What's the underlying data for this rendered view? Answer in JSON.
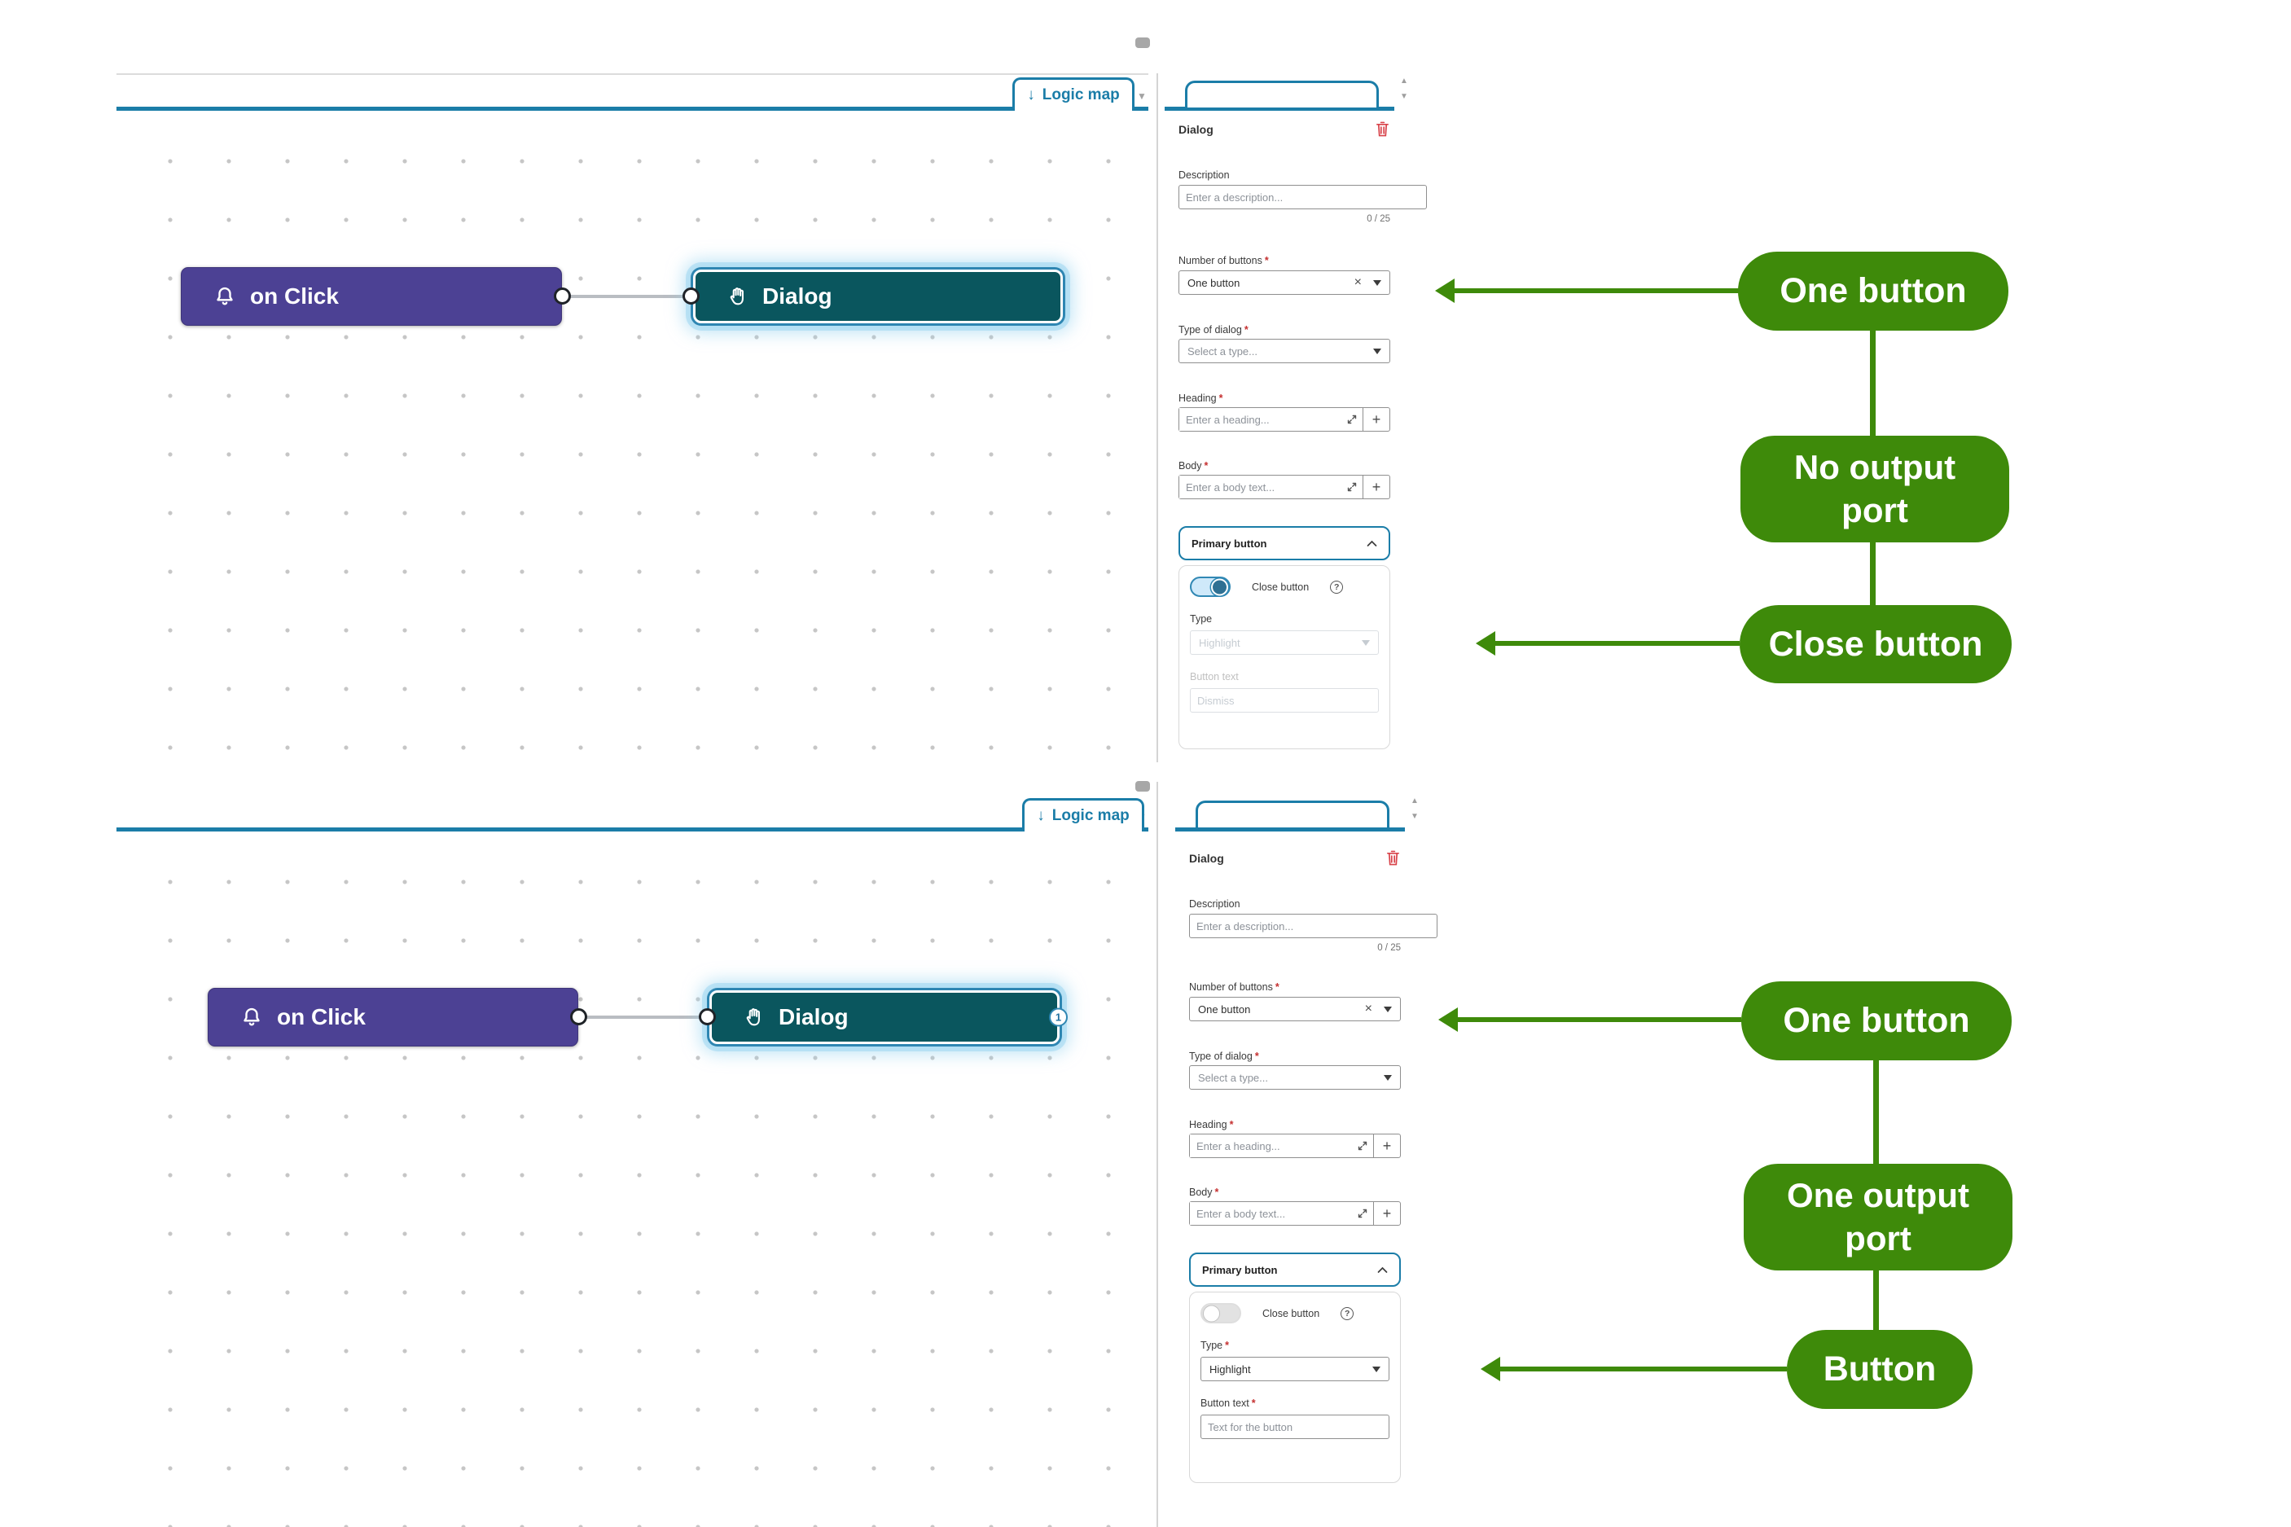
{
  "ui": {
    "required_marker": "*",
    "clear_icon": "×",
    "down_arrow": "↓",
    "plus": "+",
    "question": "?",
    "scroll_up": "▲",
    "scroll_down": "▼"
  },
  "sections": {
    "top": {
      "tab": {
        "label": "Logic map"
      },
      "nodes": {
        "trigger": "on Click",
        "action": "Dialog"
      },
      "panel": {
        "title": "Dialog",
        "description": {
          "label": "Description",
          "placeholder": "Enter a description...",
          "counter": "0 / 25"
        },
        "number_of_buttons": {
          "label": "Number of buttons",
          "value": "One button"
        },
        "type_of_dialog": {
          "label": "Type of dialog",
          "placeholder": "Select a type..."
        },
        "heading": {
          "label": "Heading",
          "placeholder": "Enter a heading..."
        },
        "body": {
          "label": "Body",
          "placeholder": "Enter a body text..."
        },
        "primary_button": {
          "header": "Primary button",
          "close_button": {
            "label": "Close button",
            "state": "on"
          },
          "type": {
            "label": "Type",
            "value": "Highlight",
            "state": "disabled"
          },
          "button_text": {
            "label": "Button text",
            "value": "Dismiss",
            "state": "disabled"
          }
        }
      },
      "annotations": [
        {
          "text": "One button"
        },
        {
          "text": "No output port"
        },
        {
          "text": "Close button"
        }
      ]
    },
    "bottom": {
      "tab": {
        "label": "Logic map"
      },
      "nodes": {
        "trigger": "on Click",
        "action": "Dialog",
        "output_badge": "1"
      },
      "panel": {
        "title": "Dialog",
        "description": {
          "label": "Description",
          "placeholder": "Enter a description...",
          "counter": "0 / 25"
        },
        "number_of_buttons": {
          "label": "Number of buttons",
          "value": "One button"
        },
        "type_of_dialog": {
          "label": "Type of dialog",
          "placeholder": "Select a type..."
        },
        "heading": {
          "label": "Heading",
          "placeholder": "Enter a heading..."
        },
        "body": {
          "label": "Body",
          "placeholder": "Enter a body text..."
        },
        "primary_button": {
          "header": "Primary button",
          "close_button": {
            "label": "Close button",
            "state": "off"
          },
          "type": {
            "label": "Type",
            "value": "Highlight",
            "state": "enabled"
          },
          "button_text": {
            "label": "Button text",
            "placeholder": "Text for the button",
            "state": "enabled"
          }
        }
      },
      "annotations": [
        {
          "text": "One button"
        },
        {
          "text": "One output port"
        },
        {
          "text": "Button"
        }
      ]
    }
  }
}
